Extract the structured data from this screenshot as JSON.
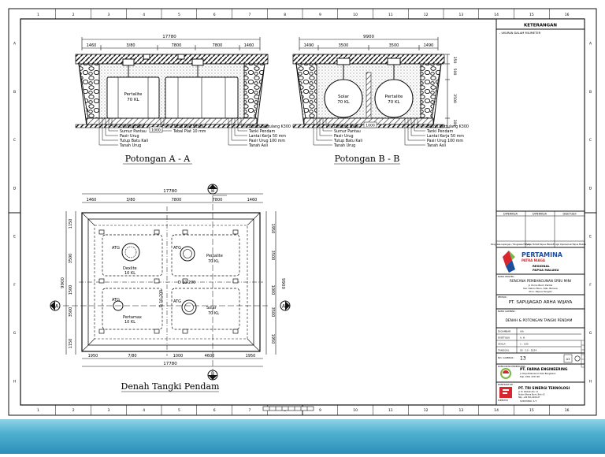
{
  "border": {
    "cols": [
      "1",
      "2",
      "3",
      "4",
      "5",
      "6",
      "7",
      "8",
      "9",
      "10",
      "11",
      "12",
      "13",
      "14",
      "15",
      "16"
    ],
    "rows": [
      "A",
      "B",
      "C",
      "D",
      "E",
      "F",
      "G",
      "H"
    ]
  },
  "section_a": {
    "title": "Potongan A - A",
    "dims": [
      "1460",
      "3/80",
      "7800",
      "7800",
      "1460"
    ],
    "total": "17780",
    "tank_label_1": "Pertalite",
    "tank_label_1b": "70 KL",
    "callouts_left": [
      "Dinding Bata",
      "Sumur Pantau",
      "Pasir Urug",
      "Tutup Batu Kali",
      "Tanah Urug"
    ],
    "callouts_mid": [
      "Tebal Plat 8 mm",
      "Tebal Plat 10 mm"
    ],
    "callouts_right": [
      "Beton Bertulang K300",
      "Tanki Pendam",
      "Lantai Kerja 50 mm",
      "Pasir Urug 100 mm",
      "Tanah Asli"
    ],
    "callout_dim": "1000"
  },
  "section_b": {
    "title": "Potongan B - B",
    "dims": [
      "1490",
      "3500",
      "3500",
      "1490"
    ],
    "total": "9900",
    "tank_label_1": "Solar",
    "tank_label_1b": "70 KL",
    "tank_label_2": "Pertalite",
    "tank_label_2b": "70 KL",
    "callouts_left": [
      "Dinding Bata",
      "Sumur Pantau",
      "Pasir Urug",
      "Tutup Batu Kali",
      "Tanah Urug"
    ],
    "callouts_right": [
      "Beton Bertulang K300",
      "Tanki Pendam",
      "Lantai Kerja 50 mm",
      "Pasir Urug 100 mm",
      "Tanah Asli"
    ],
    "callout_dim": "1000",
    "side_dims": [
      "350",
      "500",
      "3500",
      "300"
    ]
  },
  "plan": {
    "title": "Denah Tangki Pendam",
    "top_dims": [
      "1460",
      "3/80",
      "7800",
      "7800",
      "1460"
    ],
    "top_total": "17780",
    "bottom_dims": [
      "1950",
      "7/80",
      "1000",
      "4600",
      "1950"
    ],
    "bottom_total": "17780",
    "left_dims": [
      "1150",
      "3500",
      "1500",
      "3500",
      "1150"
    ],
    "left_total": "9900",
    "right_dims": [
      "1950",
      "3500",
      "1000",
      "3500",
      "1950"
    ],
    "right_total": "9900",
    "tanks": [
      {
        "atg": "ATG",
        "name": "Dexlite",
        "cap": "10 KL"
      },
      {
        "atg": "ATG",
        "name": "Pertalite",
        "cap": "70 KL"
      },
      {
        "atg": "ATG",
        "name": "Pertamax",
        "cap": "10 KL"
      },
      {
        "atg": "ATG",
        "name": "Solar",
        "cap": "70 KL"
      }
    ],
    "rebar_note": "D 10-200",
    "rebar_note_v": "D 10-200",
    "marker_a": "A",
    "marker_b": "B"
  },
  "title_block": {
    "heading": "KETERANGAN",
    "note": "- UKURAN DALAM MILIMETER",
    "approval_heads": [
      "DIPERIKSA",
      "DIPERIKSA",
      "DISETUJUI"
    ],
    "approval_feet": [
      "Pengawas Lapangan / Pengawas Proyek",
      "Fungsi Terkait Papua Maluku",
      "Fungsi Operasional Papua Maluku"
    ],
    "client_brand": "PERTAMINA",
    "client_sub": "PATRA NIAGA",
    "client_region": "REGIONAL",
    "client_region2": "PAPUA MALUKU",
    "project_label": "NAMA PROYEK :",
    "project_name": "RENCANA PEMBANGUNAN SPBU MINI",
    "project_lines": [
      "Jl. Poros Bumi Pantai",
      "Kel. Kalulu Baru, Kab. Bulaua",
      "Prov. Papua Tengah"
    ],
    "owner_label": "PEMILIK :",
    "owner_name": "PT. SAPUJAGAD ARHA WIJAYA",
    "drawing_label": "NAMA GAMBAR :",
    "drawing_name": "DENAH & POTONGAN TANGKI PENDAM",
    "meta_rows": [
      {
        "k": "DIGAMBAR",
        "v": "Alh"
      },
      {
        "k": "DISETUJUI",
        "v": "Ir. H."
      },
      {
        "k": "SKALA",
        "v": "1 : 100"
      },
      {
        "k": "TANGGAL",
        "v": "05 - 10 - 2024"
      }
    ],
    "sheet_label": "NO. GAMBAR :",
    "sheet_no": "13",
    "sheet_ref": "A3",
    "consultant_label": "KONSULTAN PERENCANA :",
    "consultant_name": "PT. FARNA ENGINEERING",
    "consultant_lines": [
      "Jl. Raya Bakaranan Kota Bangkalan",
      "Telp. 0361 4703 98"
    ],
    "contractor_label": "KONTRAKTOR :",
    "contractor_name": "PT. TRI SINERGI TEKNOLOGI",
    "contractor_lines": [
      "Jl. Dr. Wahidin No. 12",
      "Rukan Wisma Bumi, Blok A2",
      "Telp. +62 811-4100-27"
    ],
    "dir_label": "DIREKTUR",
    "dir_name": "SUDIYONO, S.T."
  },
  "colors": {
    "line": "#1a1a1a",
    "pertamina_red": "#d7262e",
    "pertamina_blue": "#1d4e9e",
    "pertamina_green": "#7ab648",
    "band": "#3a9cc3"
  }
}
